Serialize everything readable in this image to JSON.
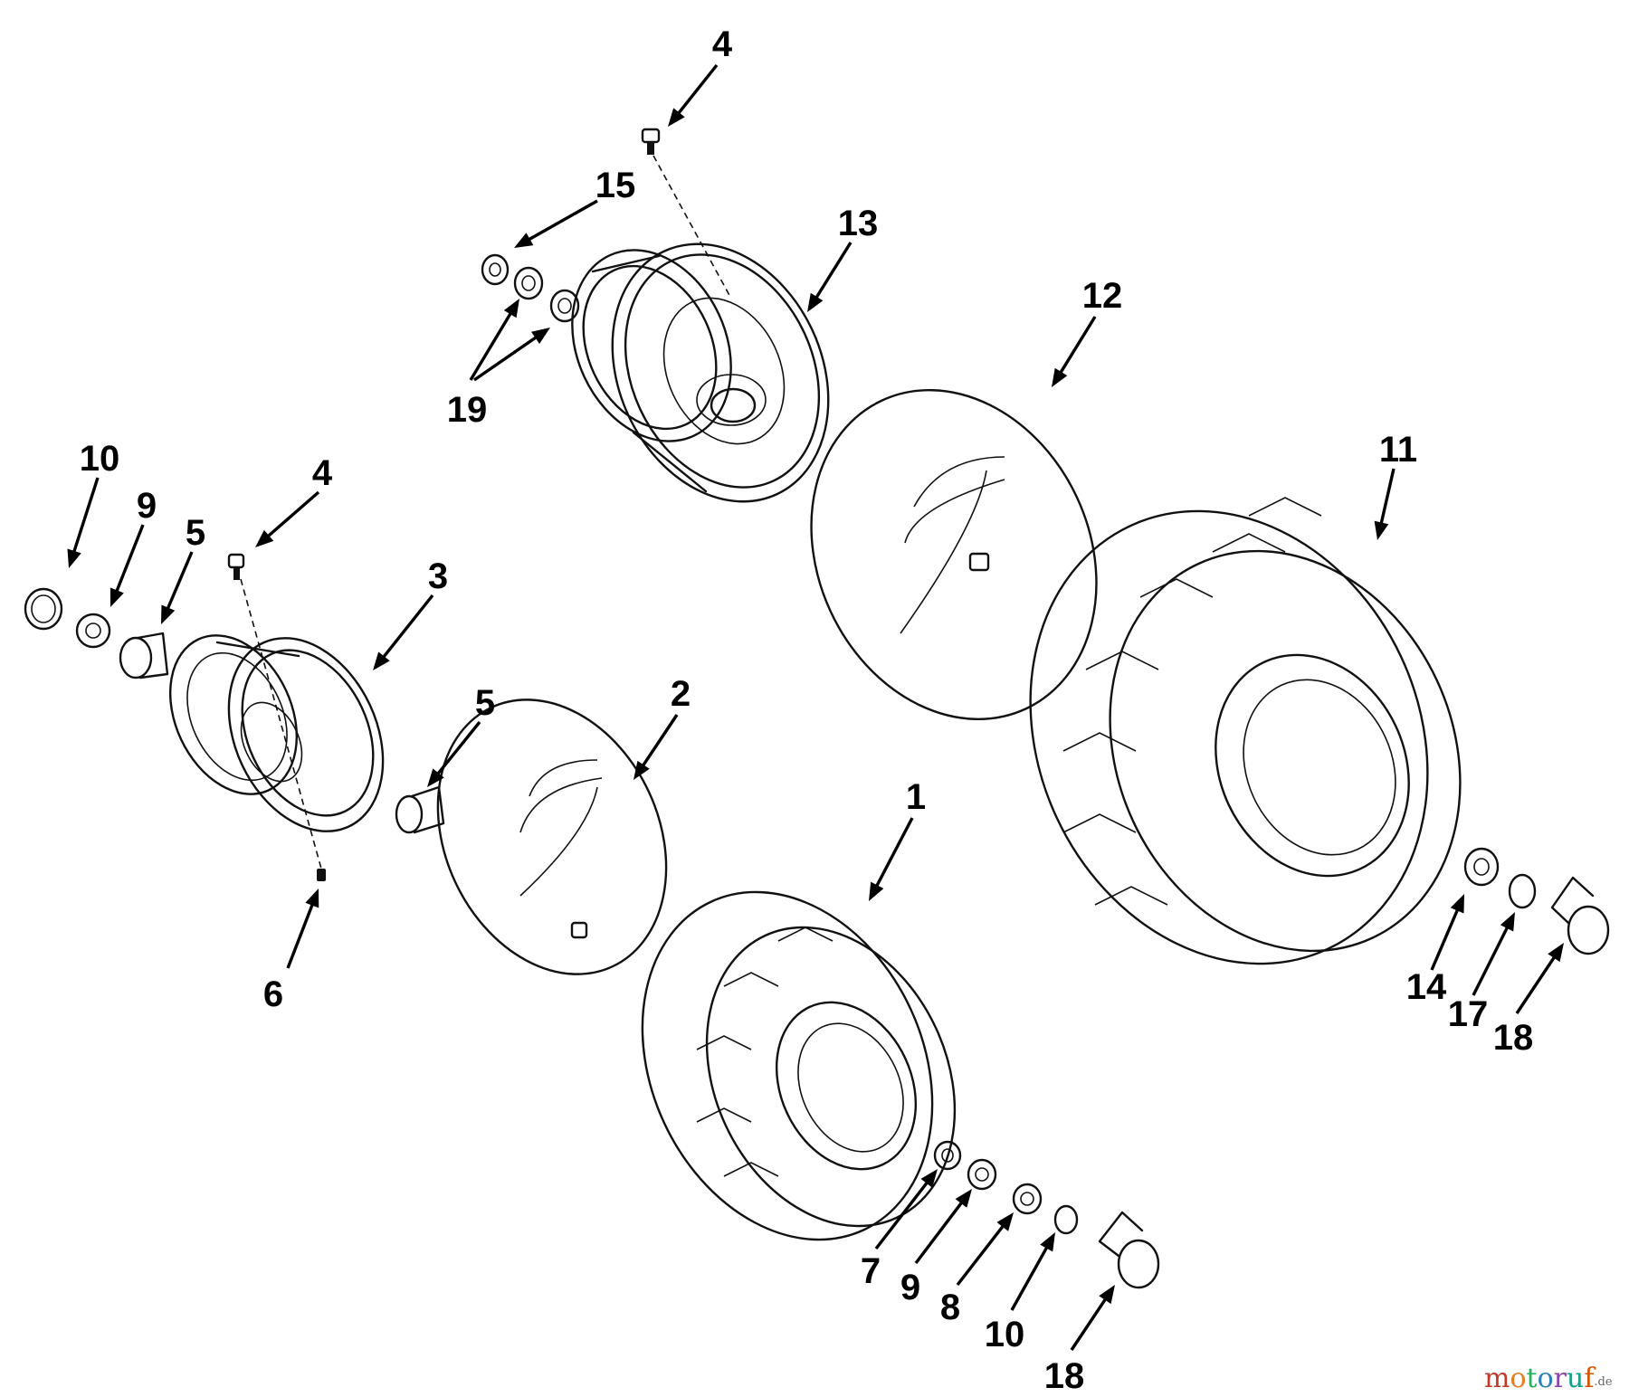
{
  "callouts": {
    "c1": "1",
    "c2": "2",
    "c3": "3",
    "c4_top": "4",
    "c4_left": "4",
    "c5_left": "5",
    "c5_mid": "5",
    "c6": "6",
    "c7": "7",
    "c8": "8",
    "c9_left": "9",
    "c9_bottom": "9",
    "c10_left": "10",
    "c10_bottom": "10",
    "c11": "11",
    "c12": "12",
    "c13": "13",
    "c14": "14",
    "c15": "15",
    "c17": "17",
    "c18_right": "18",
    "c18_bottom": "18",
    "c19": "19"
  },
  "watermark": {
    "m": "m",
    "o1": "o",
    "t": "t",
    "o2": "o",
    "r": "r",
    "u": "u",
    "f": "f",
    "tld": ".de"
  },
  "colors": {
    "line": "#111111",
    "background": "#ffffff",
    "watermark": [
      "#c0392b",
      "#e67e22",
      "#27ae60",
      "#2980b9",
      "#8e44ad",
      "#16a085",
      "#d35400"
    ]
  }
}
